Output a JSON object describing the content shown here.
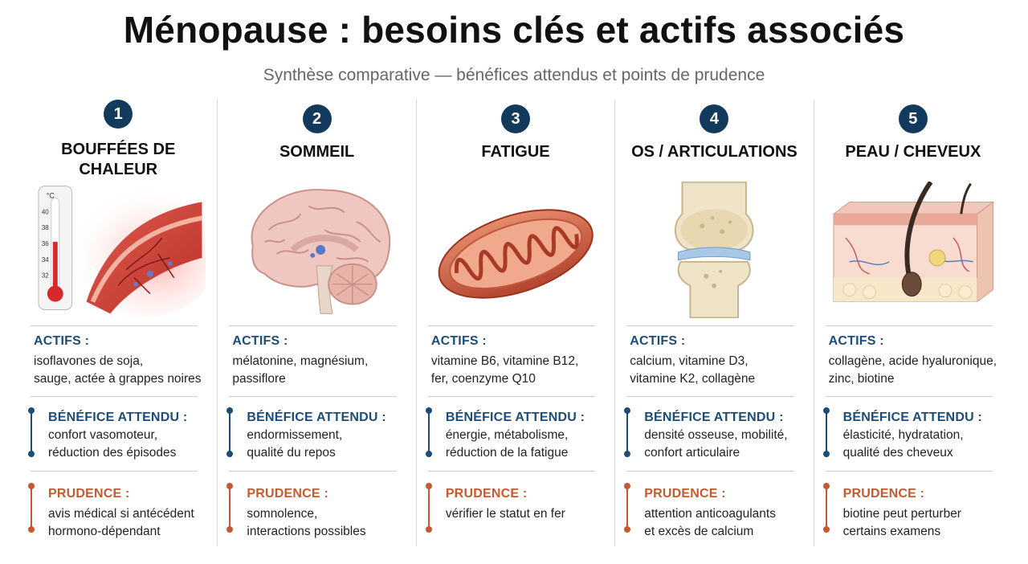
{
  "title": "Ménopause : besoins clés et actifs associés",
  "subtitle": "Synthèse comparative — bénéfices attendus et points de prudence",
  "labels": {
    "actifs": "ACTIFS :",
    "benefice": "BÉNÉFICE ATTENDU :",
    "prudence": "PRUDENCE :"
  },
  "colors": {
    "navy": "#123a5c",
    "blue_label": "#1c4d78",
    "orange_label": "#c65a2e"
  },
  "columns": [
    {
      "number": "1",
      "heading": "BOUFFÉES DE\nCHALEUR",
      "icon": "thermometer-and-blood-vessel-icon",
      "thermo_unit": "°C",
      "thermo_ticks": [
        "40",
        "38",
        "36",
        "34",
        "32"
      ],
      "actifs": "isoflavones de soja,\nsauge, actée à grappes noires",
      "benefice": "confort vasomoteur,\nréduction des épisodes",
      "prudence": "avis médical si antécédent\nhormono-dépendant"
    },
    {
      "number": "2",
      "heading": "SOMMEIL",
      "icon": "brain-icon",
      "actifs": "mélatonine, magnésium,\npassiflore",
      "benefice": "endormissement,\nqualité du repos",
      "prudence": "somnolence,\ninteractions possibles"
    },
    {
      "number": "3",
      "heading": "FATIGUE",
      "icon": "mitochondria-icon",
      "actifs": "vitamine B6, vitamine B12,\nfer, coenzyme Q10",
      "benefice": "énergie, métabolisme,\nréduction de la fatigue",
      "prudence": "vérifier le statut en fer"
    },
    {
      "number": "4",
      "heading": "OS / ARTICULATIONS",
      "icon": "knee-joint-icon",
      "actifs": "calcium, vitamine D3,\nvitamine K2, collagène",
      "benefice": "densité osseuse, mobilité,\nconfort articulaire",
      "prudence": "attention anticoagulants\net excès de calcium"
    },
    {
      "number": "5",
      "heading": "PEAU / CHEVEUX",
      "icon": "skin-hair-cross-section-icon",
      "actifs": "collagène, acide hyaluronique,\nzinc, biotine",
      "benefice": "élasticité, hydratation,\nqualité des cheveux",
      "prudence": "biotine peut perturber\ncertains examens"
    }
  ]
}
